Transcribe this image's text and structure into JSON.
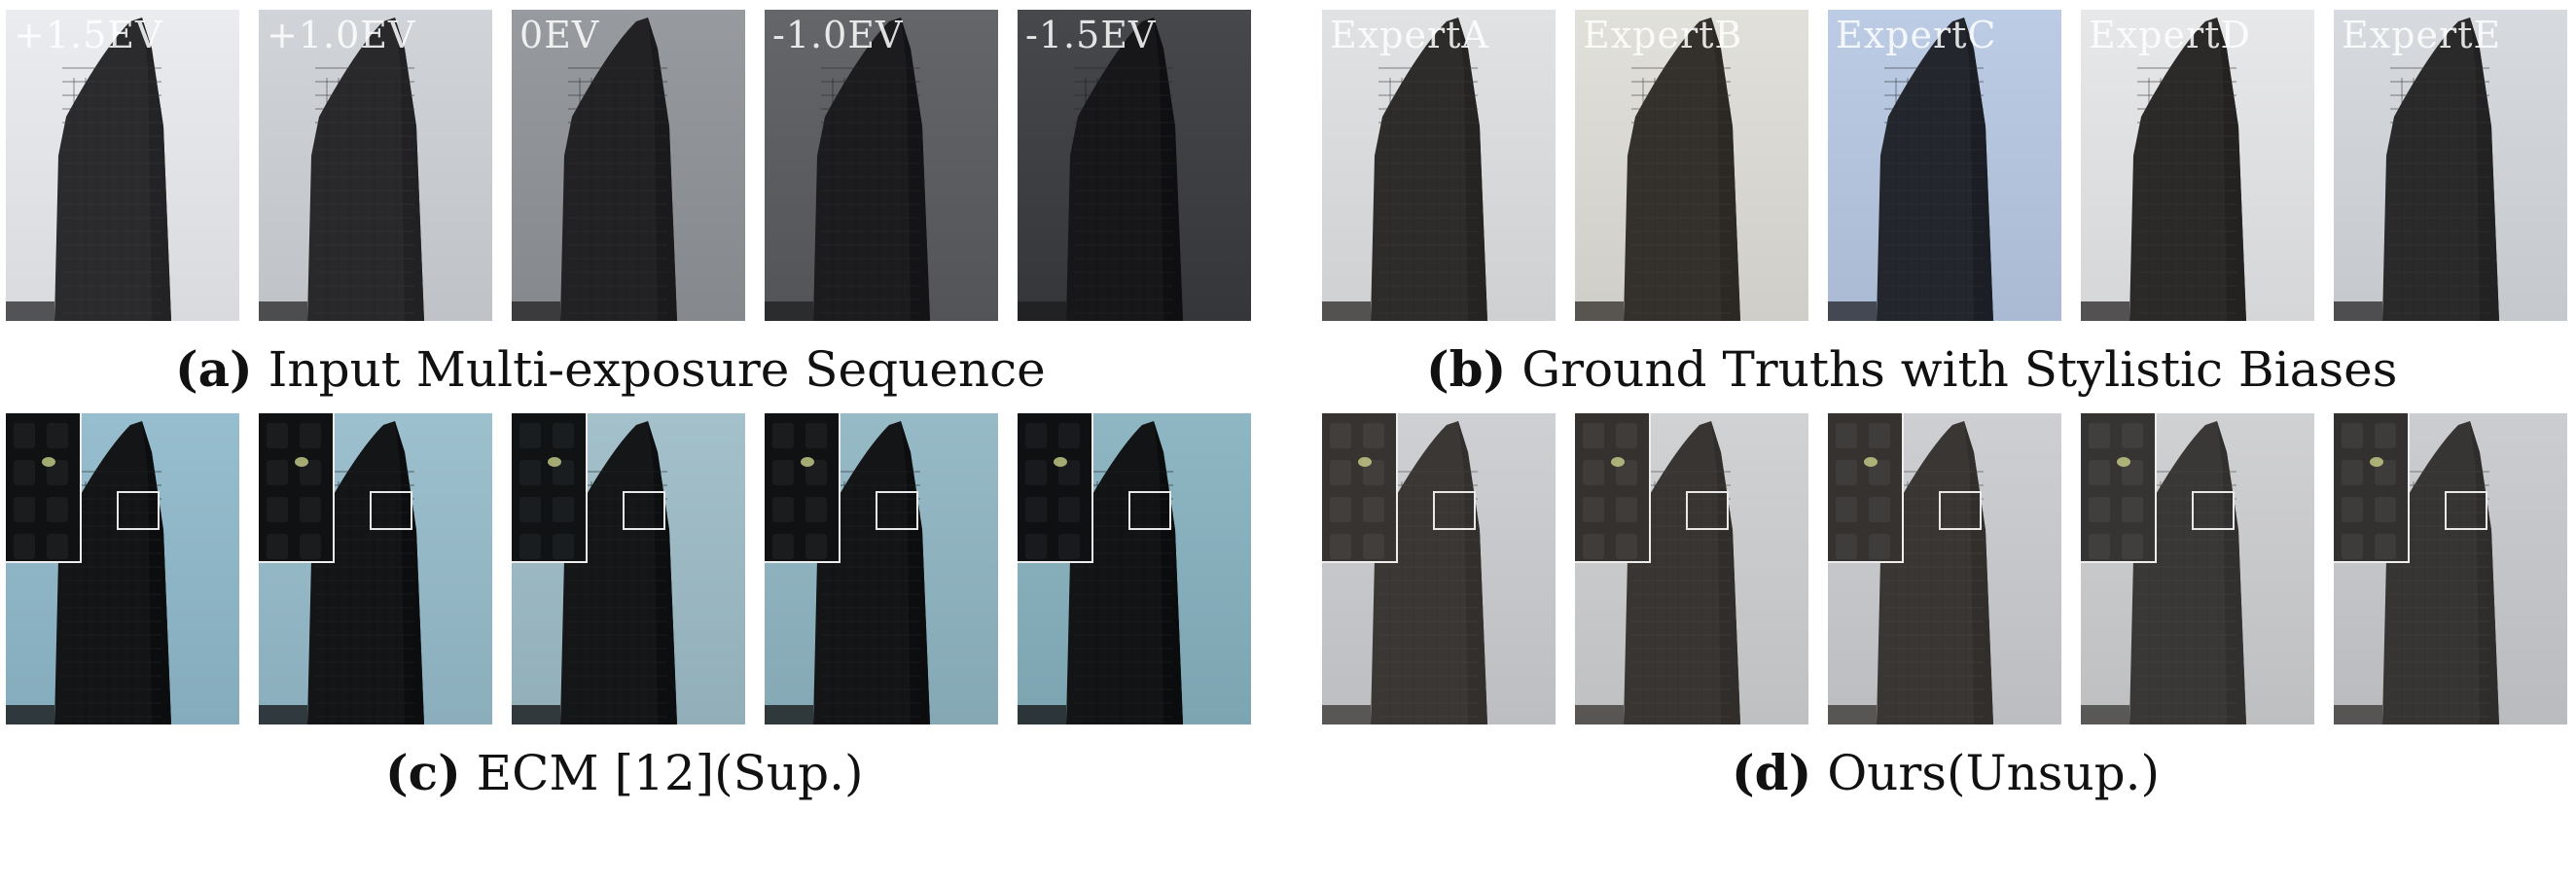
{
  "row_a": {
    "labels": [
      "+1.5EV",
      "+1.0EV",
      "0EV",
      "-1.0EV",
      "-1.5EV"
    ],
    "caption_tag": "(a)",
    "caption_text": "Input Multi-exposure Sequence"
  },
  "row_b": {
    "labels": [
      "ExpertA",
      "ExpertB",
      "ExpertC",
      "ExpertD",
      "ExpertE"
    ],
    "caption_tag": "(b)",
    "caption_text": "Ground Truths with Stylistic Biases"
  },
  "row_c": {
    "caption_tag": "(c)",
    "caption_text": "ECM [12](Sup.)"
  },
  "row_d": {
    "caption_tag": "(d)",
    "caption_text": "Ours(Unsup.)"
  },
  "colors": {
    "a_sky": [
      "#e2e4e7",
      "#c9ccd0",
      "#8f9296",
      "#5c5e61",
      "#3e4043"
    ],
    "a_bld": [
      "#2b2b2d",
      "#29292b",
      "#222224",
      "#1c1c1e",
      "#171719"
    ],
    "b_sky": [
      "#d8dadc",
      "#d9d8d2",
      "#b4c4dc",
      "#dfe0e2",
      "#cfd2d6"
    ],
    "b_bld": [
      "#2e2c2a",
      "#34302c",
      "#23262c",
      "#2c2a29",
      "#2a2a2b"
    ],
    "c_sky": [
      "#8fb6c6",
      "#95b8c6",
      "#9cb9c3",
      "#8fb2bf",
      "#86aebb"
    ],
    "c_bld": [
      "#131517",
      "#131517",
      "#141618",
      "#131517",
      "#121416"
    ],
    "d_sky": [
      "#c6c8cb",
      "#c9cacc",
      "#c5c7ca",
      "#c8c9cb",
      "#c3c5c8"
    ],
    "d_bld": [
      "#3a3735",
      "#383532",
      "#393634",
      "#3a3836",
      "#373533"
    ]
  }
}
